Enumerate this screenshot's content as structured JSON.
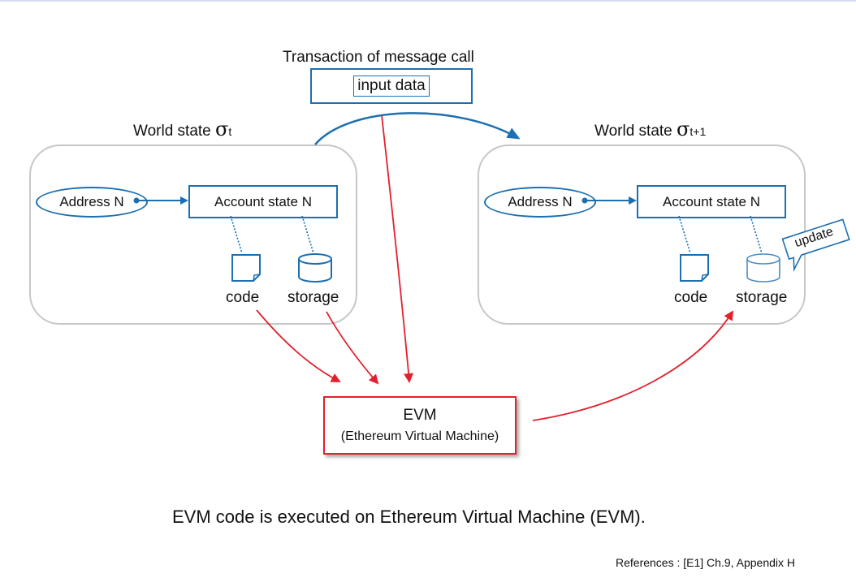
{
  "transaction": {
    "title": "Transaction of message call",
    "input_label": "input data"
  },
  "left_world": {
    "title": "World state",
    "sigma": "σ",
    "subscript": "t",
    "address_label": "Address N",
    "account_label": "Account state N",
    "code_label": "code",
    "storage_label": "storage"
  },
  "right_world": {
    "title": "World state",
    "sigma": "σ",
    "subscript": "t+1",
    "address_label": "Address N",
    "account_label": "Account state N",
    "code_label": "code",
    "storage_label": "storage",
    "update_label": "update"
  },
  "evm": {
    "title": "EVM",
    "subtitle": "(Ethereum Virtual Machine)"
  },
  "caption": "EVM code is executed on Ethereum Virtual Machine (EVM).",
  "references": "References : [E1] Ch.9, Appendix H",
  "colors": {
    "blue": "#1c6fb0",
    "red": "#e3202d",
    "panel_border": "#c7c7c7"
  }
}
